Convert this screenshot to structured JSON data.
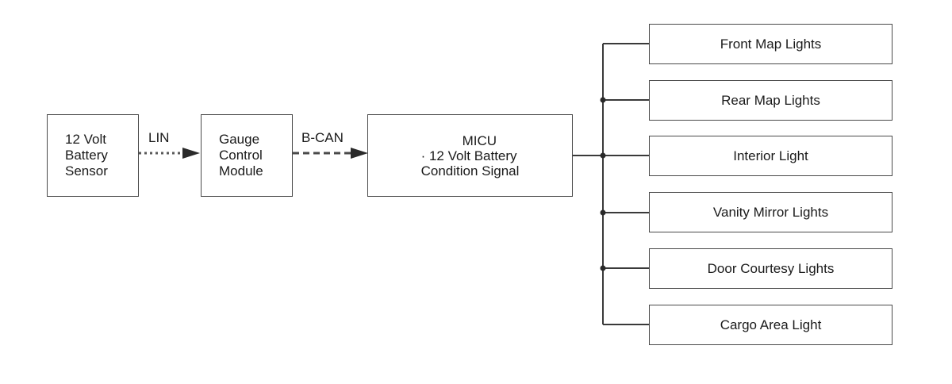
{
  "diagram": {
    "nodes": {
      "battery_sensor": {
        "lines": [
          "12 Volt",
          "Battery",
          "Sensor"
        ]
      },
      "gauge_module": {
        "lines": [
          "Gauge",
          "Control",
          "Module"
        ]
      },
      "micu": {
        "lines": [
          "MICU",
          "· 12 Volt Battery",
          "Condition Signal"
        ]
      }
    },
    "links": {
      "lin": {
        "label": "LIN",
        "style": "dotted"
      },
      "bcan": {
        "label": "B-CAN",
        "style": "dashed"
      }
    },
    "outputs": [
      "Front Map Lights",
      "Rear Map Lights",
      "Interior Light",
      "Vanity Mirror Lights",
      "Door Courtesy Lights",
      "Cargo Area Light"
    ],
    "colors": {
      "line": "#3a3a3a",
      "border": "#4a4a4a",
      "text": "#1a1a1a"
    }
  }
}
